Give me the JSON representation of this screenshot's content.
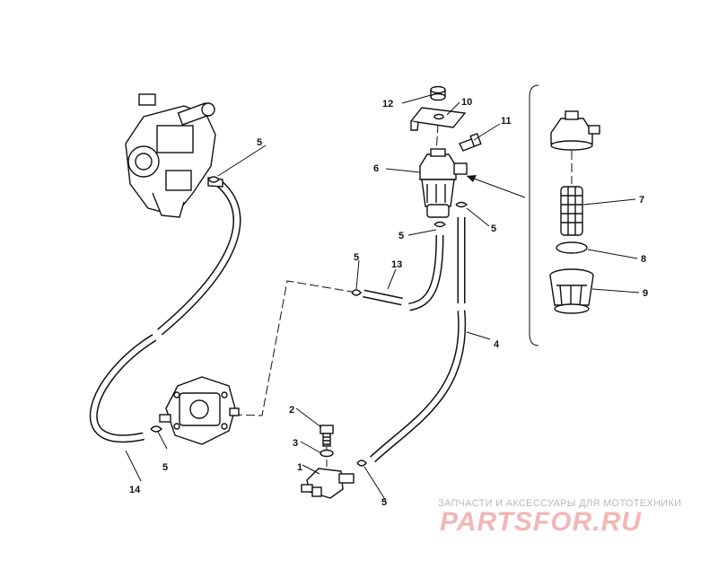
{
  "callouts": {
    "c1": "1",
    "c2": "2",
    "c3": "3",
    "c4": "4",
    "c5a": "5",
    "c5b": "5",
    "c5c": "5",
    "c5d": "5",
    "c5e": "5",
    "c5f": "5",
    "c6": "6",
    "c7": "7",
    "c8": "8",
    "c9": "9",
    "c10": "10",
    "c11": "11",
    "c12": "12",
    "c13": "13",
    "c14": "14"
  },
  "watermark": {
    "tagline": "ЗАПЧАСТИ И АКСЕССУАРЫ ДЛЯ МОТОТЕХНИКИ",
    "brand": "PARTSFOR.RU"
  }
}
